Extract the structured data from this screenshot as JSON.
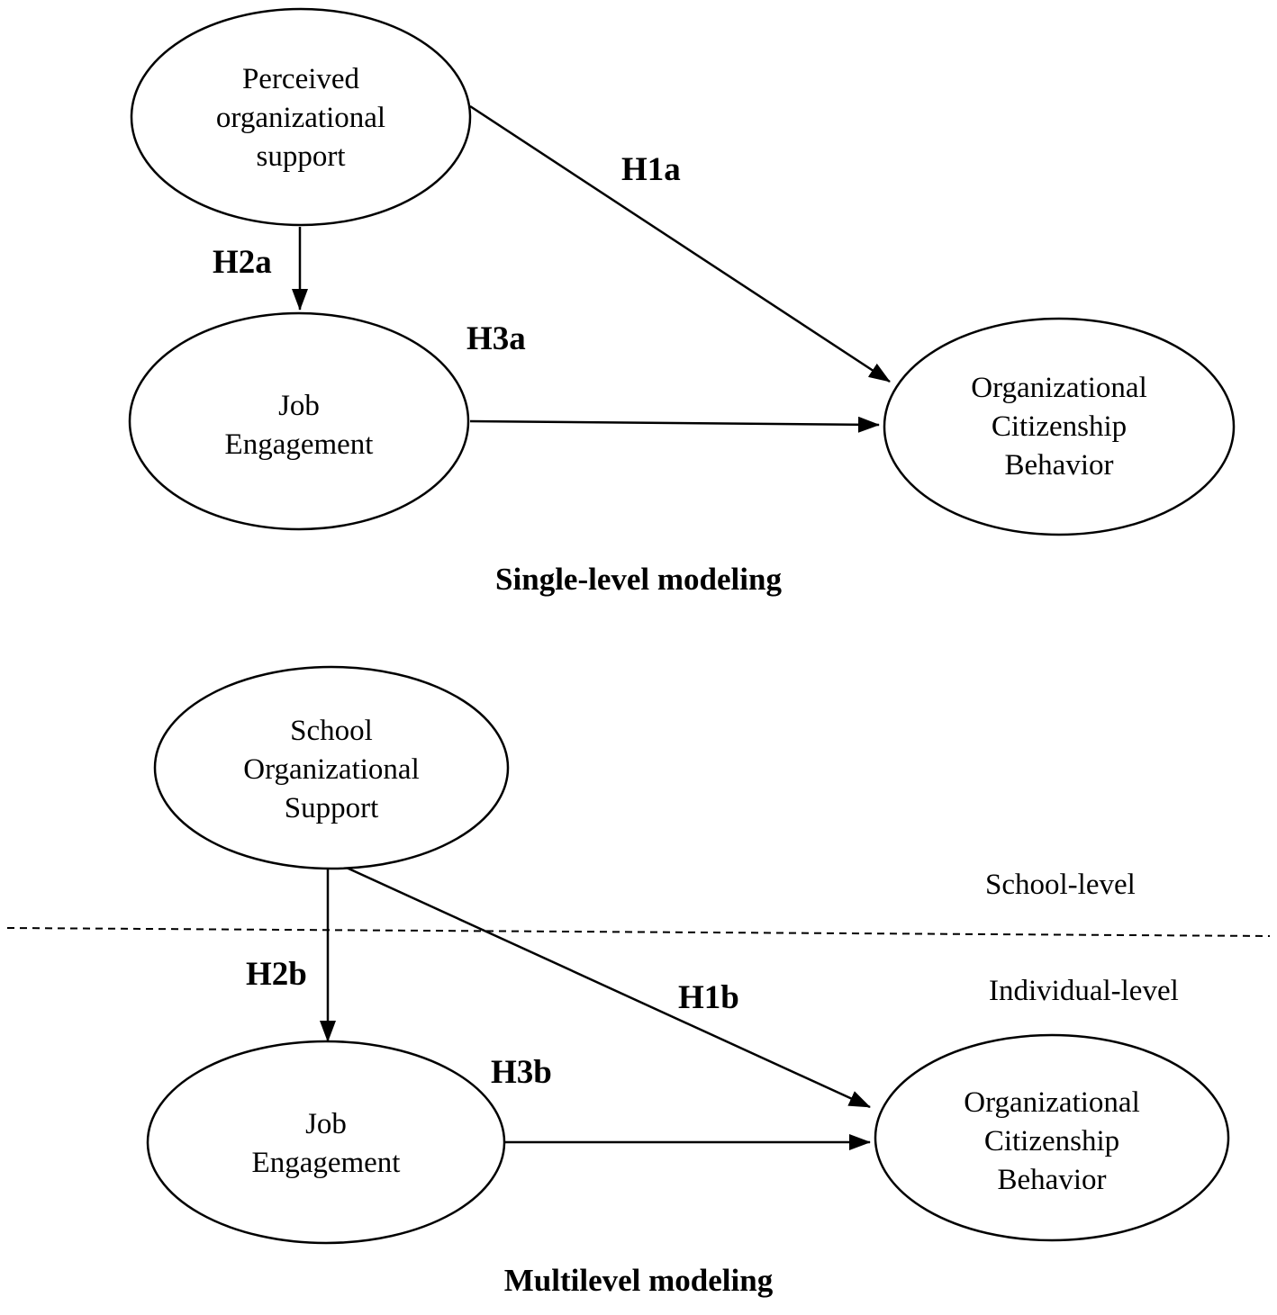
{
  "single_level": {
    "caption": "Single-level modeling",
    "nodes": {
      "pos": [
        "Perceived",
        "organizational",
        "support"
      ],
      "je": [
        "Job",
        "Engagement"
      ],
      "ocb": [
        "Organizational",
        "Citizenship",
        "Behavior"
      ]
    },
    "hypotheses": {
      "h1": "H1a",
      "h2": "H2a",
      "h3": "H3a"
    }
  },
  "multilevel": {
    "caption": "Multilevel modeling",
    "nodes": {
      "sos": [
        "School",
        "Organizational",
        "Support"
      ],
      "je": [
        "Job",
        "Engagement"
      ],
      "ocb": [
        "Organizational",
        "Citizenship",
        "Behavior"
      ]
    },
    "hypotheses": {
      "h1": "H1b",
      "h2": "H2b",
      "h3": "H3b"
    },
    "levels": {
      "upper": "School-level",
      "lower": "Individual-level"
    }
  }
}
